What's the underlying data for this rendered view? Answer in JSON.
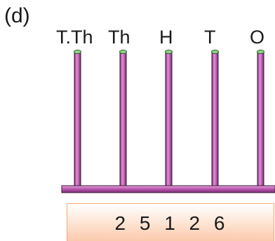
{
  "part_label": "(d)",
  "abacus": {
    "place_labels": [
      "T.Th",
      "Th",
      "H",
      "T",
      "O"
    ],
    "rod_color": "#b553ab",
    "rod_top_color": "#8fd18a",
    "base_color": "#b553ab"
  },
  "number_box": {
    "value": "2 5 1 2 6",
    "border_color": "#f2a77a",
    "fill_color": "#fbc9ab"
  }
}
